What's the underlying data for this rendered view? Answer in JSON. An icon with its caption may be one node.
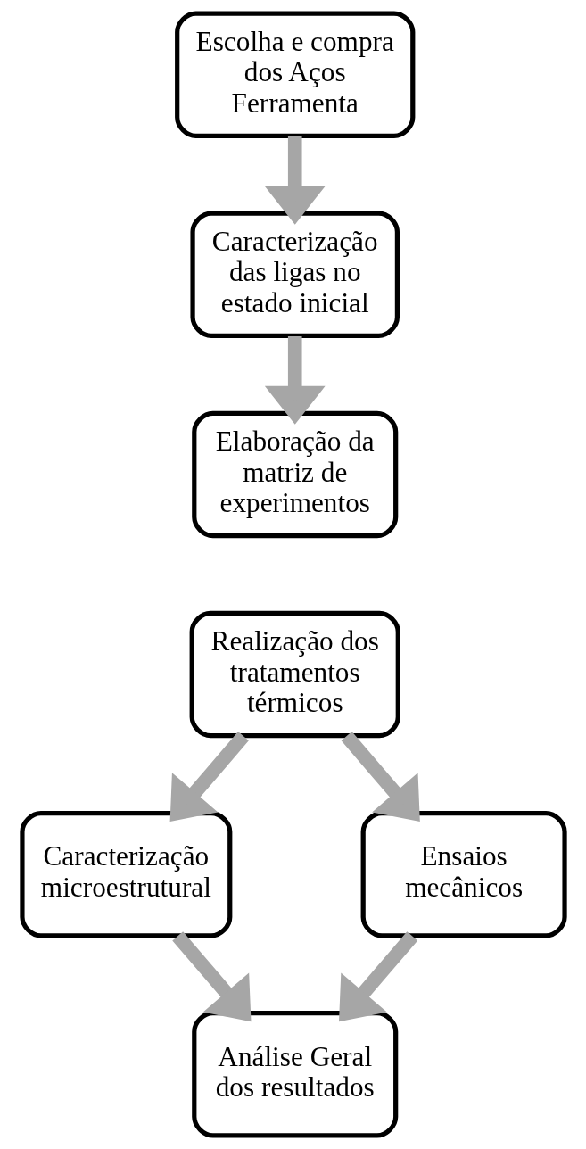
{
  "diagram": {
    "nodes": [
      {
        "text": [
          "Escolha e compra dos Aços Ferramenta"
        ]
      },
      {
        "text": [
          "Caracterização das ligas no estado inicial"
        ]
      },
      {
        "text": [
          "Elaboração da matriz de experimentos"
        ]
      },
      {
        "text": [
          "Realização dos tratamentos térmicos"
        ]
      },
      {
        "text": [
          "Caracterização microestrutural"
        ]
      },
      {
        "text": [
          "Ensaios mecânicos"
        ]
      },
      {
        "text": [
          "Análise Geral dos resultados"
        ]
      }
    ],
    "edges": [
      {
        "from": 0,
        "to": 1,
        "arrow": "to"
      },
      {
        "from": 1,
        "to": 2,
        "arrow": "to"
      },
      {
        "from": 3,
        "to": 4,
        "arrow": "to"
      },
      {
        "from": 3,
        "to": 5,
        "arrow": "to"
      },
      {
        "from": 4,
        "to": 6,
        "arrow": "to"
      },
      {
        "from": 5,
        "to": 6,
        "arrow": "to"
      }
    ]
  }
}
